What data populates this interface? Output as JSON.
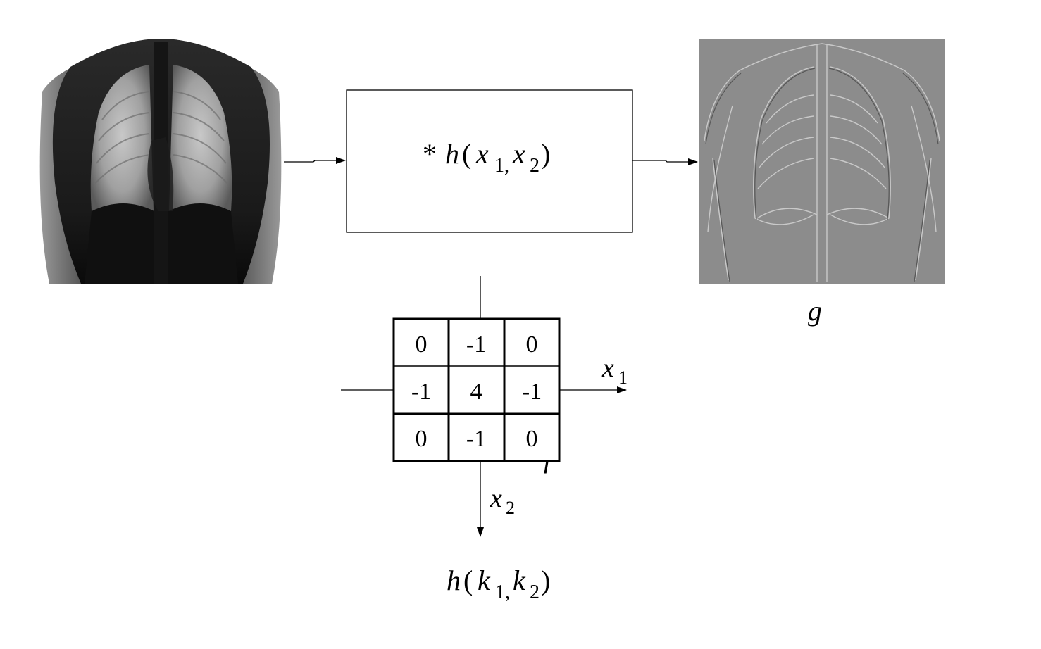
{
  "filter_block": {
    "operator": "*",
    "func": "h",
    "var1": "x",
    "sub1": "1,",
    "var2": "x",
    "sub2": "2"
  },
  "output_label": "g",
  "input_label_fragment": "f",
  "kernel": {
    "rows": [
      [
        "0",
        "-1",
        "0"
      ],
      [
        "-1",
        "4",
        "-1"
      ],
      [
        "0",
        "-1",
        "0"
      ]
    ]
  },
  "axes": {
    "x1_var": "x",
    "x1_sub": "1",
    "x2_var": "x",
    "x2_sub": "2"
  },
  "kernel_label": {
    "func": "h",
    "var1": "k",
    "sub1": "1,",
    "var2": "k",
    "sub2": "2"
  },
  "colors": {
    "stroke": "#000000",
    "output_bg": "#8c8c8c",
    "xray_dark": "#0e0e0e"
  }
}
